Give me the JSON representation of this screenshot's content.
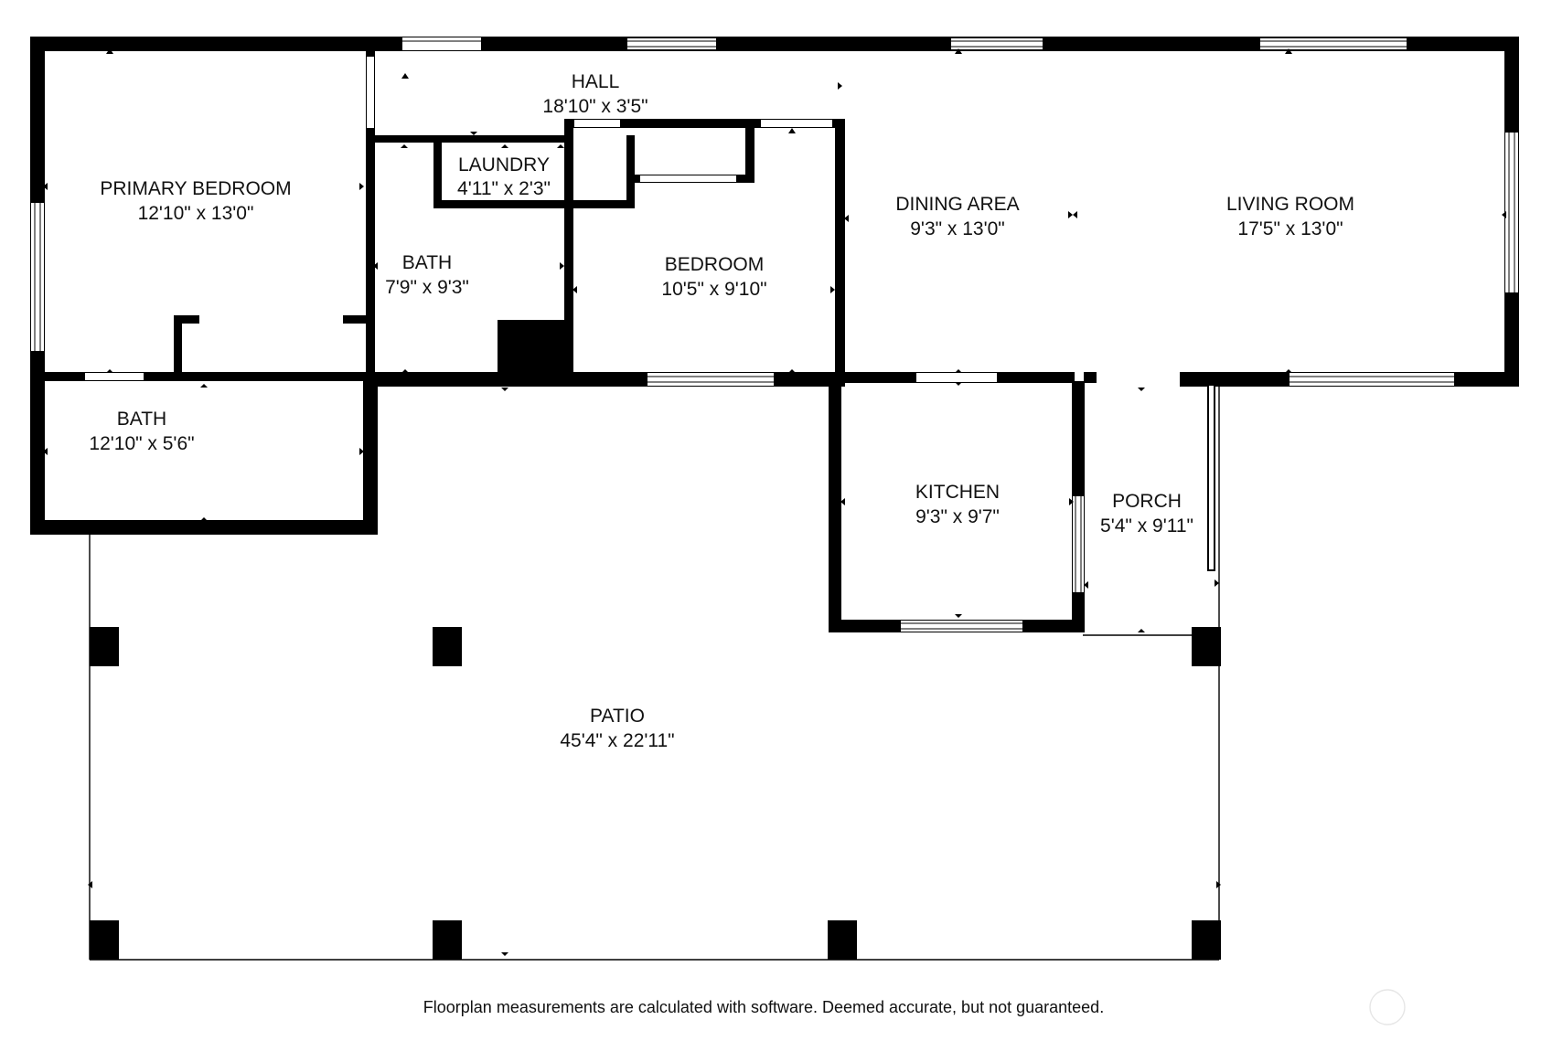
{
  "rooms": {
    "hall": {
      "name": "HALL",
      "dims": "18'10\" x 3'5\""
    },
    "primary_bedroom": {
      "name": "PRIMARY BEDROOM",
      "dims": "12'10\" x 13'0\""
    },
    "laundry": {
      "name": "LAUNDRY",
      "dims": "4'11\" x 2'3\""
    },
    "bath_main": {
      "name": "BATH",
      "dims": "7'9\" x 9'3\""
    },
    "bedroom": {
      "name": "BEDROOM",
      "dims": "10'5\" x 9'10\""
    },
    "dining_area": {
      "name": "DINING AREA",
      "dims": "9'3\" x 13'0\""
    },
    "living_room": {
      "name": "LIVING ROOM",
      "dims": "17'5\" x 13'0\""
    },
    "bath_primary": {
      "name": "BATH",
      "dims": "12'10\" x 5'6\""
    },
    "kitchen": {
      "name": "KITCHEN",
      "dims": "9'3\" x 9'7\""
    },
    "porch": {
      "name": "PORCH",
      "dims": "5'4\" x 9'11\""
    },
    "patio": {
      "name": "PATIO",
      "dims": "45'4\" x 22'11\""
    }
  },
  "disclaimer": "Floorplan measurements are calculated with software. Deemed accurate, but not guaranteed.",
  "colors": {
    "wall": "#000000",
    "background": "#ffffff",
    "text": "#111111"
  }
}
